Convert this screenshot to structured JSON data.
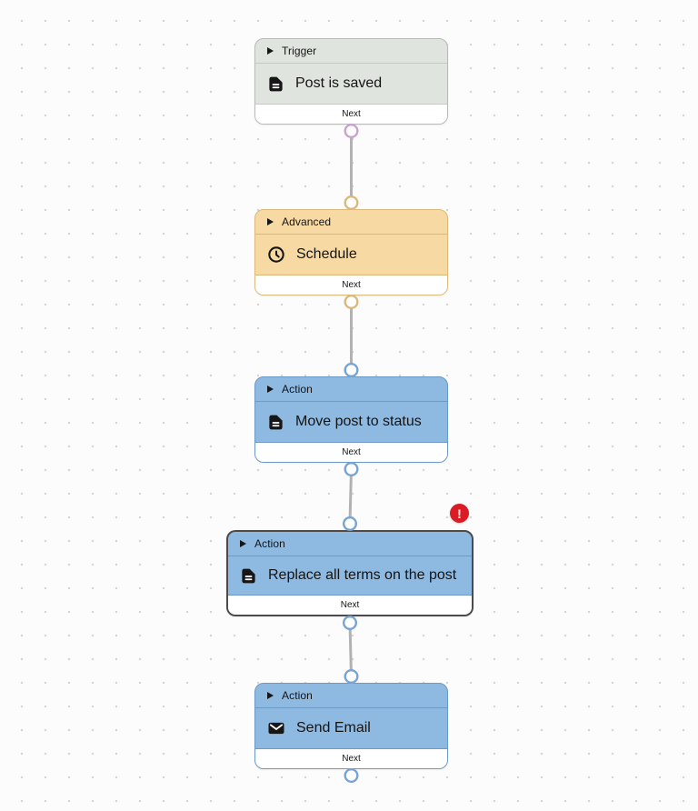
{
  "canvas": {
    "background": "#fcfcfc",
    "dot_color": "#d6d6d6",
    "connector_color": "#b2b2b4"
  },
  "nodes": [
    {
      "category": "Trigger",
      "label": "Post is saved",
      "icon": "document-icon",
      "footer_label": "Next",
      "error": false,
      "colors": {
        "fill": "#dfe4de",
        "border": "#b6bbb5",
        "divider": "#c5cbc4",
        "port": "#c9a2cf"
      }
    },
    {
      "category": "Advanced",
      "label": "Schedule",
      "icon": "clock-icon",
      "footer_label": "Next",
      "error": false,
      "colors": {
        "fill": "#f6d9a3",
        "border": "#dcba7b",
        "divider": "#ddb77a",
        "port": "#dcb87d"
      }
    },
    {
      "category": "Action",
      "label": "Move post to status",
      "icon": "document-icon",
      "footer_label": "Next",
      "error": false,
      "colors": {
        "fill": "#8eb9e1",
        "border": "#6c99c6",
        "divider": "#6c99c6",
        "port": "#77a4d2"
      }
    },
    {
      "category": "Action",
      "label": "Replace all terms on the post",
      "icon": "document-icon",
      "footer_label": "Next",
      "error": true,
      "colors": {
        "fill": "#8eb9e1",
        "border": "#4b4b4b",
        "divider": "#6c99c6",
        "port": "#77a4d2"
      }
    },
    {
      "category": "Action",
      "label": "Send Email",
      "icon": "mail-icon",
      "footer_label": "Next",
      "error": false,
      "colors": {
        "fill": "#8eb9e1",
        "border": "#6c99c6",
        "divider": "#6c99c6",
        "port": "#77a4d2"
      }
    }
  ],
  "error_badge": {
    "symbol": "!",
    "background": "#db1c24",
    "color": "#ffffff"
  }
}
